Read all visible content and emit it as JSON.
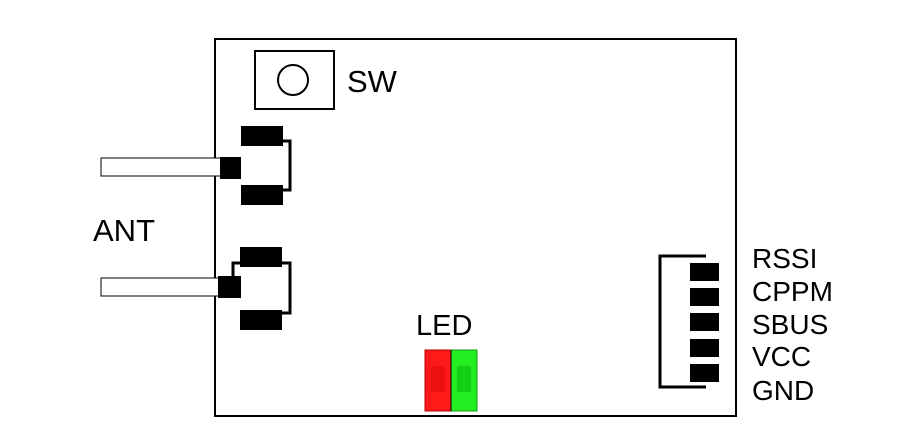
{
  "labels": {
    "switch": "SW",
    "antenna": "ANT",
    "led": "LED"
  },
  "pins": [
    "RSSI",
    "CPPM",
    "SBUS",
    "VCC",
    "GND"
  ],
  "colors": {
    "outline": "#000000",
    "pad": "#000000",
    "led_red": "#ff1a1a",
    "led_green": "#22ee22",
    "background": "#ffffff"
  }
}
